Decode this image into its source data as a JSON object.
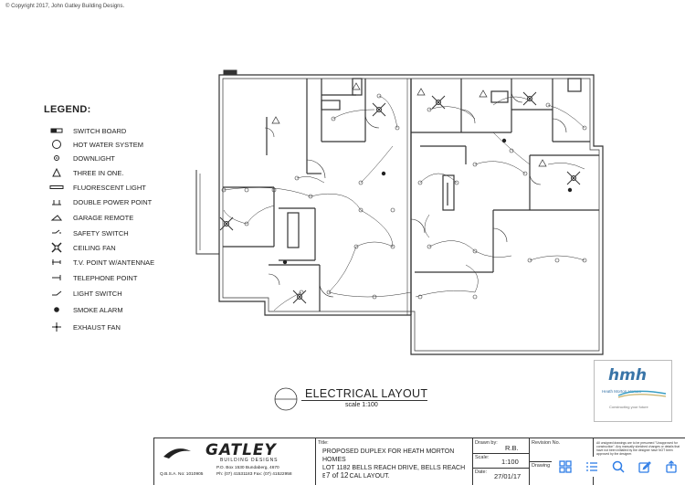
{
  "copyright": "© Copyright 2017, John Gatley Building Designs.",
  "legend": {
    "title": "LEGEND:",
    "items": [
      {
        "label": "SWITCH BOARD",
        "icon": "switch-board-icon"
      },
      {
        "label": "HOT WATER SYSTEM",
        "icon": "hot-water-icon"
      },
      {
        "label": "DOWNLIGHT",
        "icon": "downlight-icon"
      },
      {
        "label": "THREE IN ONE.",
        "icon": "three-in-one-icon"
      },
      {
        "label": "FLUORESCENT LIGHT",
        "icon": "fluorescent-light-icon"
      },
      {
        "label": "DOUBLE POWER POINT",
        "icon": "double-power-point-icon"
      },
      {
        "label": "GARAGE REMOTE",
        "icon": "garage-remote-icon"
      },
      {
        "label": "SAFETY SWITCH",
        "icon": "safety-switch-icon"
      },
      {
        "label": "CEILING FAN",
        "icon": "ceiling-fan-icon"
      },
      {
        "label": "T.V. POINT W/ANTENNAE",
        "icon": "tv-point-icon"
      },
      {
        "label": "TELEPHONE POINT",
        "icon": "telephone-point-icon"
      },
      {
        "label": "LIGHT SWITCH",
        "icon": "light-switch-icon"
      },
      {
        "label": "SMOKE ALARM",
        "icon": "smoke-alarm-icon"
      },
      {
        "label": "EXHAUST FAN",
        "icon": "exhaust-fan-icon"
      }
    ]
  },
  "drawing": {
    "title": "ELECTRICAL LAYOUT",
    "scale": "scale 1:100"
  },
  "title_block": {
    "company": "GATLEY",
    "company_sub": "BUILDING DESIGNS",
    "address": "P.O. Box 1530 Bundaberg, 4670",
    "phone": "Ph: (07) 41531183   Fax: (07) 41522958",
    "qbsa": "Q.B.S.A. No: 1010905",
    "title_label": "Title:",
    "title_lines": [
      "PROPOSED DUPLEX FOR HEATH MORTON HOMES",
      "LOT 1182 BELLS REACH DRIVE, BELLS REACH",
      "ELECTRICAL LAYOUT."
    ],
    "drawn_by_label": "Drawn by:",
    "drawn_by": "R.B.",
    "scale_label": "Scale:",
    "scale": "1:100",
    "date_label": "Date:",
    "date": "27/01/17",
    "revision_label": "Revision No.",
    "drawing_label": "Drawing N",
    "note": "All unsigned drawings are to be presumed \"Unapproved for construction\". Any manually sketched changes or details that have not been initialled by the designer have NOT been approved by the designer."
  },
  "client_logo": {
    "mark": "hmh",
    "name": "Heath Morton Homes",
    "tagline": "Constructing your future"
  },
  "viewer": {
    "page_indicator": "7 of 12",
    "toolbar": [
      {
        "icon": "grid-icon",
        "name": "grid-view-button"
      },
      {
        "icon": "list-icon",
        "name": "outline-button"
      },
      {
        "icon": "search-icon",
        "name": "search-button"
      },
      {
        "icon": "annotate-icon",
        "name": "annotate-button"
      },
      {
        "icon": "share-icon",
        "name": "share-button"
      }
    ]
  }
}
